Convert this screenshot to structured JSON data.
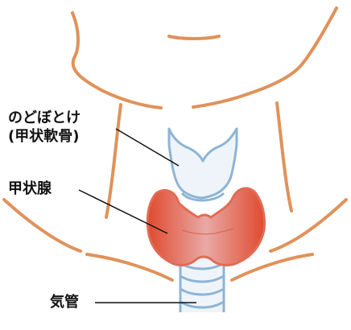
{
  "labels": {
    "adams_apple": "のどぼとけ",
    "thyroid_cartilage": "(甲状軟骨)",
    "thyroid_gland": "甲状腺",
    "trachea": "気管"
  },
  "colors": {
    "skin_outline": "#e0925a",
    "cartilage_outline": "#8db4d4",
    "cartilage_fill": "#eef4fa",
    "gland_outline": "#e06c55",
    "gland_fill_edge": "#e04a2e",
    "gland_fill_center": "#e8a9a6",
    "leader_line": "#111111"
  }
}
